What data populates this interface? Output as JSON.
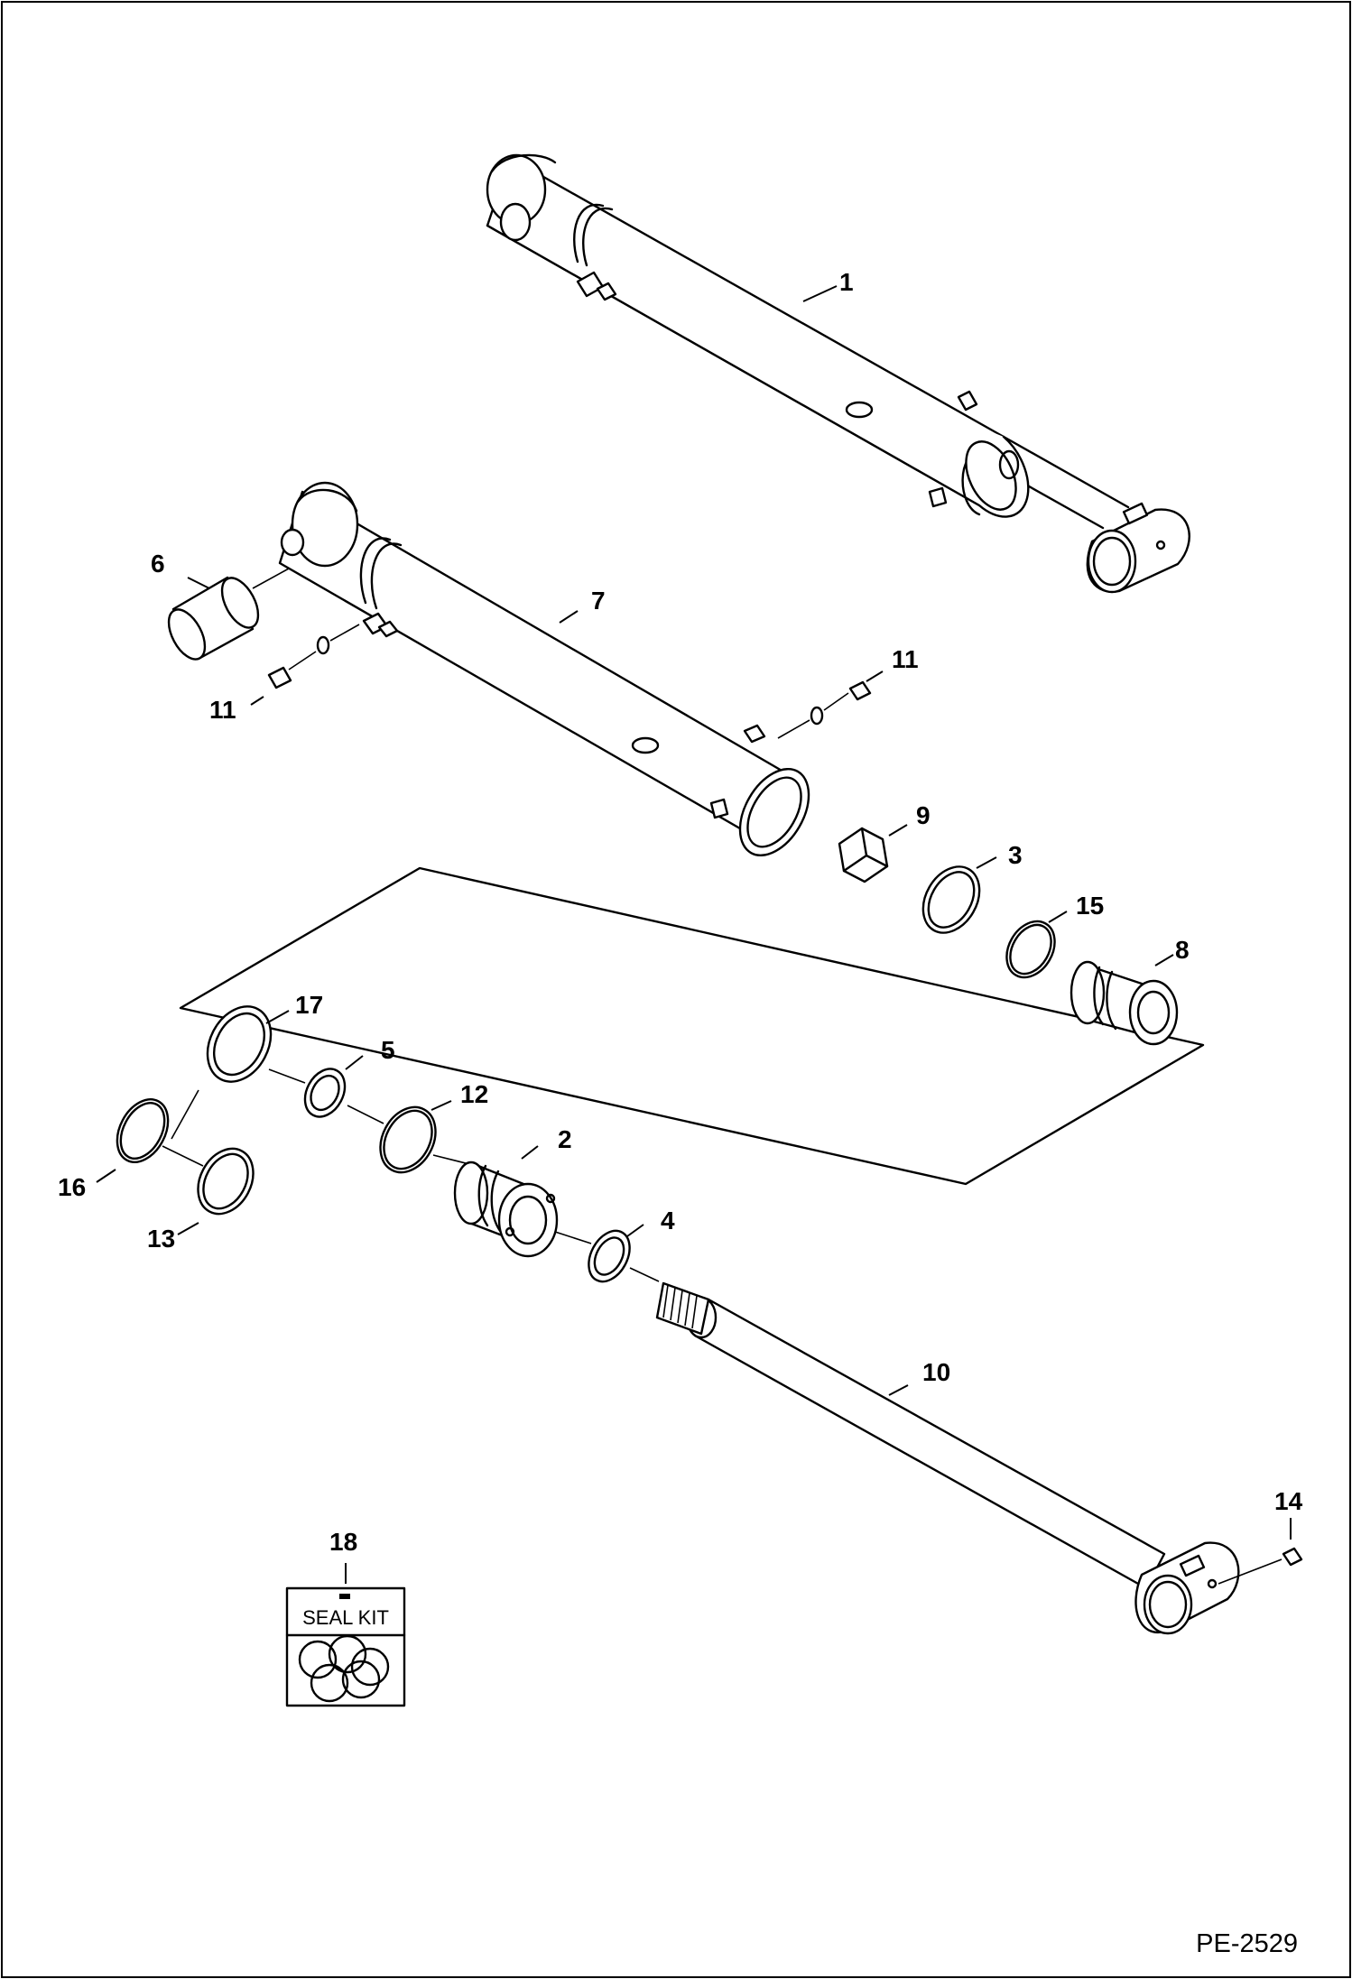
{
  "drawing_code": "PE-2529",
  "seal_kit_label": "SEAL KIT",
  "callouts": [
    {
      "key": "p1",
      "label": "1"
    },
    {
      "key": "p2",
      "label": "2"
    },
    {
      "key": "p3",
      "label": "3"
    },
    {
      "key": "p4",
      "label": "4"
    },
    {
      "key": "p5",
      "label": "5"
    },
    {
      "key": "p6",
      "label": "6"
    },
    {
      "key": "p7",
      "label": "7"
    },
    {
      "key": "p8",
      "label": "8"
    },
    {
      "key": "p9",
      "label": "9"
    },
    {
      "key": "p10",
      "label": "10"
    },
    {
      "key": "p11a",
      "label": "11"
    },
    {
      "key": "p11b",
      "label": "11"
    },
    {
      "key": "p12",
      "label": "12"
    },
    {
      "key": "p13",
      "label": "13"
    },
    {
      "key": "p14",
      "label": "14"
    },
    {
      "key": "p15",
      "label": "15"
    },
    {
      "key": "p16",
      "label": "16"
    },
    {
      "key": "p17",
      "label": "17"
    },
    {
      "key": "p18",
      "label": "18"
    }
  ]
}
